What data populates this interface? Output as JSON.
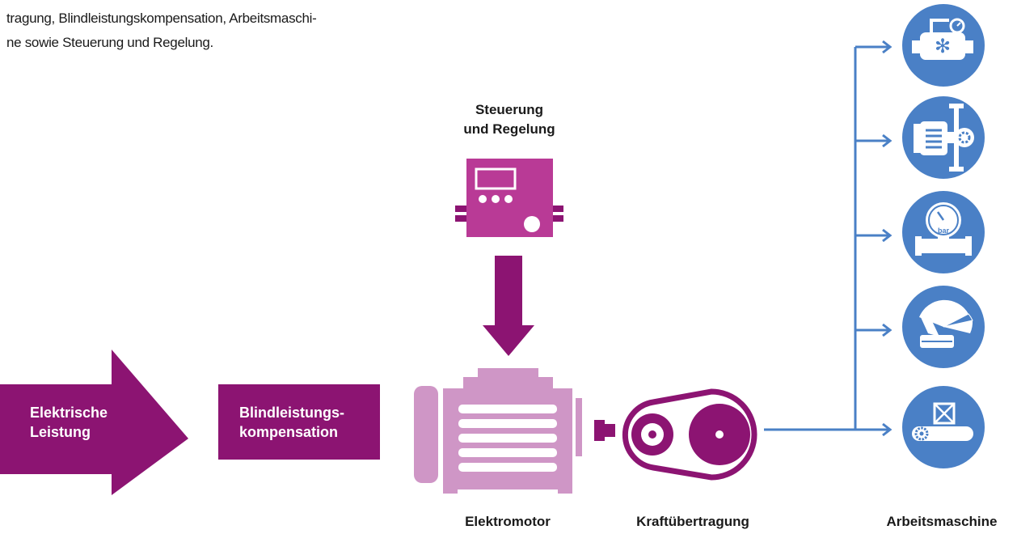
{
  "intro": {
    "line1": "tragung, Blindleistungskompensation, Arbeitsmaschi-",
    "line2": "ne sowie Steuerung und Regelung."
  },
  "controller": {
    "title_line1": "Steuerung",
    "title_line2": "und Regelung"
  },
  "power_arrow": {
    "line1": "Elektrische",
    "line2": "Leistung"
  },
  "compensation": {
    "line1": "Blindleistungs-",
    "line2": "kompensation"
  },
  "labels": {
    "motor": "Elektromotor",
    "transmission": "Kraftübertragung",
    "machine": "Arbeitsmaschine",
    "pressure_unit": "bar"
  },
  "machines": [
    {
      "icon": "refrigeration-compressor-icon"
    },
    {
      "icon": "pump-valve-icon"
    },
    {
      "icon": "pressure-gauge-icon"
    },
    {
      "icon": "fan-icon"
    },
    {
      "icon": "conveyor-icon"
    }
  ],
  "colors": {
    "purple_dark": "#8c1472",
    "magenta": "#b93a96",
    "motor_pink": "#cf96c6",
    "blue": "#4a80c6"
  }
}
